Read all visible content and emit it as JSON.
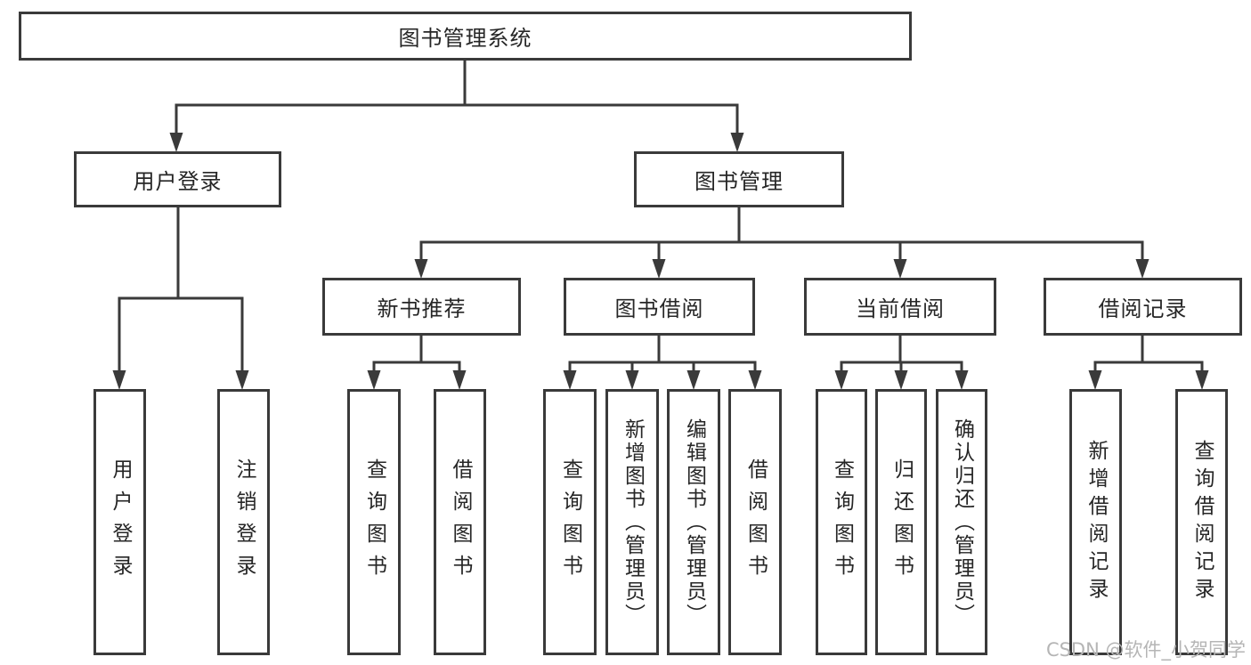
{
  "tree": {
    "root": {
      "label": "图书管理系统"
    },
    "user_login": {
      "label": "用户登录",
      "children": [
        "用户登录",
        "注销登录"
      ]
    },
    "book_mgmt": {
      "label": "图书管理",
      "sections": [
        {
          "label": "新书推荐",
          "children": [
            "查询图书",
            "借阅图书"
          ]
        },
        {
          "label": "图书借阅",
          "children": [
            "查询图书",
            "新增图书（管理员）",
            "编辑图书（管理员）",
            "借阅图书"
          ]
        },
        {
          "label": "当前借阅",
          "children": [
            "查询图书",
            "归还图书",
            "确认归还（管理员）"
          ]
        },
        {
          "label": "借阅记录",
          "children": [
            "新增借阅记录",
            "查询借阅记录"
          ]
        }
      ]
    }
  },
  "watermark": {
    "text": "CSDN @软件_小贺同学"
  },
  "colors": {
    "line": "#3a3a3a",
    "text": "#262626",
    "watermark": "#b5b5b5",
    "background": "#ffffff"
  }
}
